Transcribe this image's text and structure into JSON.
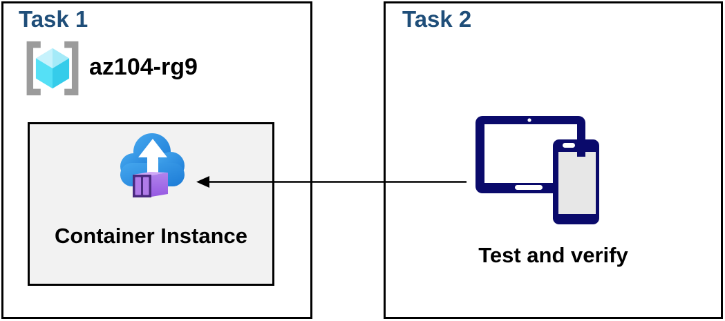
{
  "task1": {
    "title": "Task 1",
    "resource_group_name": "az104-rg9",
    "container_label": "Container Instance"
  },
  "task2": {
    "title": "Task 2",
    "label": "Test and verify"
  },
  "arrow": {
    "direction": "right-to-left",
    "from": "devices-icon",
    "to": "container-instance-box"
  },
  "icons": {
    "resource_group": "resource-group-icon",
    "container_instance": "container-instance-icon",
    "devices": "tablet-and-phone-icon"
  },
  "colors": {
    "title_blue": "#1F4E79",
    "text_black": "#000000",
    "box_border": "#000000",
    "inner_box_bg": "#F2F2F2",
    "device_navy": "#0A0A6B",
    "cloud_blue_light": "#45A7EE",
    "cloud_blue_dark": "#1C7BD6",
    "container_purple_face": "#A269E6",
    "container_purple_frame": "#4A2A80",
    "container_purple_slat": "#B07BE8",
    "cube_cyan_light": "#C6F2FC",
    "cube_cyan": "#55E0F6",
    "cube_cyan_dark": "#35CCEA",
    "bracket_gray": "#9B9B9B"
  }
}
